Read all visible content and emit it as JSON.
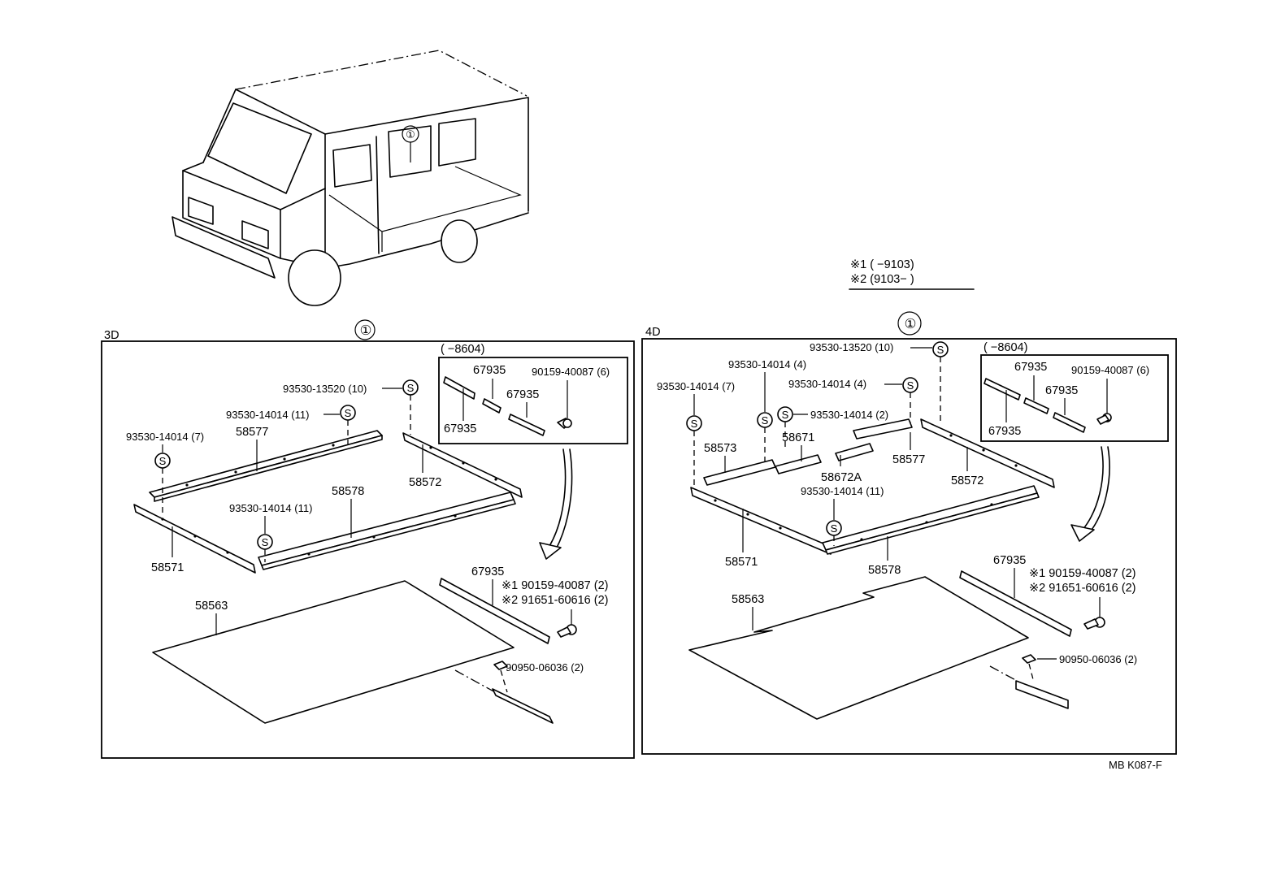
{
  "legend": {
    "note1": "※1 (        −9103)",
    "note2": "※2 (9103−        )"
  },
  "callout_symbol": "①",
  "panel_3d": {
    "title": "3D",
    "inset_range": "(        −8604)",
    "labels": {
      "p93530_13520": "93530-13520 (10)",
      "p93530_14014_11a": "93530-14014 (11)",
      "p93530_14014_7": "93530-14014 (7)",
      "p58577": "58577",
      "p58572": "58572",
      "p58578": "58578",
      "p93530_14014_11b": "93530-14014 (11)",
      "p58571": "58571",
      "p58563": "58563",
      "p67935_inset_a": "67935",
      "p67935_inset_b": "67935",
      "p67935_inset_c": "67935",
      "p90159_40087_6": "90159-40087 (6)",
      "p67935": "67935",
      "p90159_40087_2": "※1  90159-40087 (2)",
      "p91651_60616_2": "※2  91651-60616 (2)",
      "p90950_06036_2": "90950-06036 (2)"
    }
  },
  "panel_4d": {
    "title": "4D",
    "inset_range": "(        −8604)",
    "labels": {
      "p93530_13520": "93530-13520 (10)",
      "p93530_14014_4a": "93530-14014 (4)",
      "p93530_14014_7": "93530-14014 (7)",
      "p93530_14014_4b": "93530-14014 (4)",
      "p93530_14014_2": "93530-14014 (2)",
      "p58573": "58573",
      "p58671": "58671",
      "p58672A": "58672A",
      "p58577": "58577",
      "p58572": "58572",
      "p93530_14014_11": "93530-14014 (11)",
      "p58571": "58571",
      "p58578": "58578",
      "p58563": "58563",
      "p67935_inset_a": "67935",
      "p67935_inset_b": "67935",
      "p67935_inset_c": "67935",
      "p90159_40087_6": "90159-40087 (6)",
      "p67935": "67935",
      "p90159_40087_2": "※1  90159-40087 (2)",
      "p91651_60616_2": "※2  91651-60616 (2)",
      "p90950_06036_2": "90950-06036 (2)"
    }
  },
  "screw_symbol": "S",
  "diagram_code": "MB K087-F"
}
